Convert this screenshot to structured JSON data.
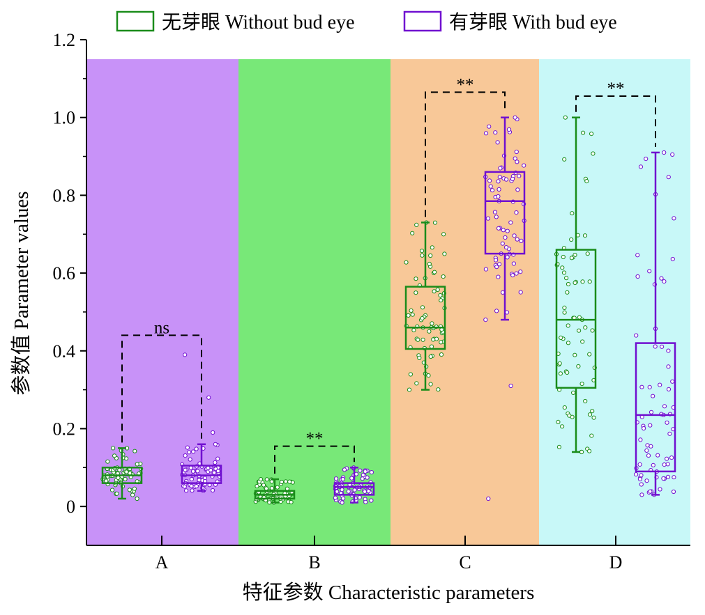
{
  "chart_data": {
    "type": "box",
    "xlabel": "特征参数 Characteristic parameters",
    "ylabel": "参数值 Parameter values",
    "categories": [
      "A",
      "B",
      "C",
      "D"
    ],
    "ylim": [
      -0.1,
      1.2
    ],
    "yticks": [
      0,
      0.2,
      0.4,
      0.6,
      0.8,
      1.0,
      1.2
    ],
    "ytick_labels": [
      "0",
      "0.2",
      "0.4",
      "0.6",
      "0.8",
      "1.0",
      "1.2"
    ],
    "legend_position": "top",
    "series": [
      {
        "name": "无芽眼 Without bud eye",
        "color": "#1a8c1a",
        "boxes": [
          {
            "category": "A",
            "min": 0.02,
            "q1": 0.06,
            "median": 0.08,
            "q3": 0.1,
            "max": 0.15
          },
          {
            "category": "B",
            "min": 0.01,
            "q1": 0.02,
            "median": 0.03,
            "q3": 0.04,
            "max": 0.07
          },
          {
            "category": "C",
            "min": 0.3,
            "q1": 0.405,
            "median": 0.46,
            "q3": 0.565,
            "max": 0.73
          },
          {
            "category": "D",
            "min": 0.14,
            "q1": 0.305,
            "median": 0.48,
            "q3": 0.66,
            "max": 1.0
          }
        ]
      },
      {
        "name": "有芽眼 With bud eye",
        "color": "#7010d0",
        "boxes": [
          {
            "category": "A",
            "min": 0.04,
            "q1": 0.06,
            "median": 0.08,
            "q3": 0.105,
            "max": 0.16,
            "outliers": [
              0.19,
              0.28,
              0.39
            ]
          },
          {
            "category": "B",
            "min": 0.01,
            "q1": 0.03,
            "median": 0.05,
            "q3": 0.06,
            "max": 0.1
          },
          {
            "category": "C",
            "min": 0.48,
            "q1": 0.65,
            "median": 0.785,
            "q3": 0.86,
            "max": 1.0,
            "outliers": [
              0.31,
              0.02
            ]
          },
          {
            "category": "D",
            "min": 0.03,
            "q1": 0.09,
            "median": 0.235,
            "q3": 0.42,
            "max": 0.91
          }
        ]
      }
    ],
    "significance": [
      {
        "category": "A",
        "label": "ns",
        "y": 0.44
      },
      {
        "category": "B",
        "label": "**",
        "y": 0.155
      },
      {
        "category": "C",
        "label": "**",
        "y": 1.065
      },
      {
        "category": "D",
        "label": "**",
        "y": 1.055
      }
    ],
    "background_colors": [
      "#c892f8",
      "#78e878",
      "#f8c898",
      "#c8f8f8"
    ]
  }
}
